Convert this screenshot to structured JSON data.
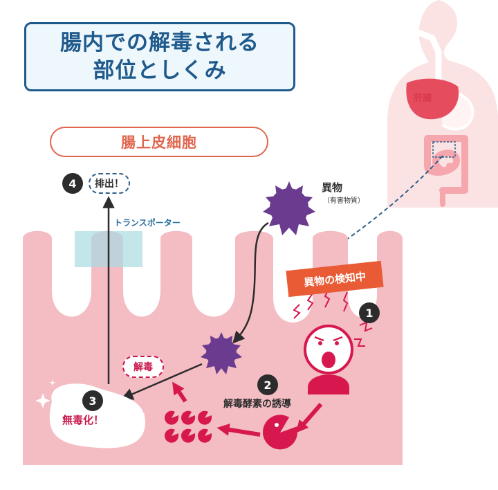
{
  "title": {
    "line1": "腸内での解毒される",
    "line2": "部位としくみ"
  },
  "cell_label": "腸上皮細胞",
  "labels": {
    "foreign": "異物",
    "foreign_sub": "（有害物質）",
    "transporter": "トランスポーター",
    "detecting": "異物の検知中",
    "enzyme": "解毒酵素の誘導",
    "detox": "解毒",
    "harmless": "無毒化！",
    "excrete": "排出！",
    "liver": "肝臓"
  },
  "steps": [
    "1",
    "2",
    "3",
    "4"
  ],
  "colors": {
    "title": "#1f5a8c",
    "cell_label": "#e0664e",
    "tissue": "#f4bcc3",
    "foreign": "#6a3b8e",
    "enzyme": "#d6184f",
    "tag": "#e85b35"
  }
}
